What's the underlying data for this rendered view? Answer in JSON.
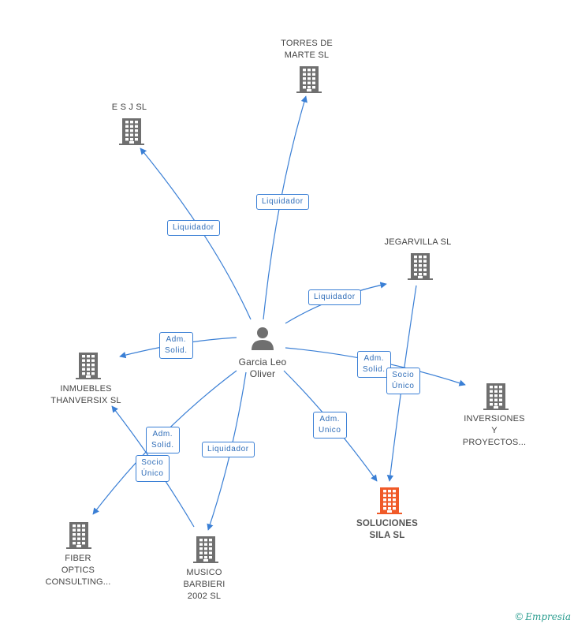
{
  "colors": {
    "edge": "#3a7fd5",
    "building": "#6f6f6f",
    "building_primary": "#f05a28",
    "person": "#6f6f6f"
  },
  "person": {
    "name_line1": "Garcia Leo",
    "name_line2": "Oliver",
    "icon": "person-icon"
  },
  "companies": [
    {
      "id": "torres",
      "lines": [
        "TORRES DE",
        "MARTE SL"
      ],
      "primary": false
    },
    {
      "id": "esj",
      "lines": [
        "E S J SL"
      ],
      "primary": false
    },
    {
      "id": "jegarvilla",
      "lines": [
        "JEGARVILLA SL"
      ],
      "primary": false
    },
    {
      "id": "inmuebles",
      "lines": [
        "INMUEBLES",
        "THANVERSIX SL"
      ],
      "primary": false
    },
    {
      "id": "inversiones",
      "lines": [
        "INVERSIONES",
        "Y",
        "PROYECTOS..."
      ],
      "primary": false
    },
    {
      "id": "soluciones",
      "lines": [
        "SOLUCIONES",
        "SILA SL"
      ],
      "primary": true
    },
    {
      "id": "fiber",
      "lines": [
        "FIBER",
        "OPTICS",
        "CONSULTING..."
      ],
      "primary": false
    },
    {
      "id": "musico",
      "lines": [
        "MUSICO",
        "BARBIERI",
        "2002 SL"
      ],
      "primary": false
    }
  ],
  "relations": [
    {
      "id": "r1",
      "lines": [
        "Liquidador"
      ]
    },
    {
      "id": "r2",
      "lines": [
        "Liquidador"
      ]
    },
    {
      "id": "r3",
      "lines": [
        "Liquidador"
      ]
    },
    {
      "id": "r4",
      "lines": [
        "Adm.",
        "Solid."
      ]
    },
    {
      "id": "r5",
      "lines": [
        "Adm.",
        "Solid."
      ]
    },
    {
      "id": "r6",
      "lines": [
        "Adm.",
        "Unico"
      ]
    },
    {
      "id": "r7",
      "lines": [
        "Socio",
        "Único"
      ]
    },
    {
      "id": "r8",
      "lines": [
        "Adm.",
        "Solid."
      ]
    },
    {
      "id": "r9",
      "lines": [
        "Socio",
        "Único"
      ]
    },
    {
      "id": "r10",
      "lines": [
        "Liquidador"
      ]
    }
  ],
  "footer": {
    "copyright": "©",
    "brand": "Empresia"
  }
}
